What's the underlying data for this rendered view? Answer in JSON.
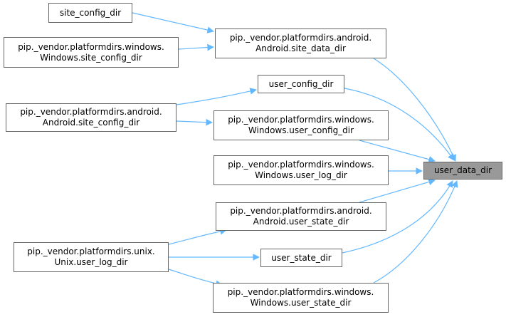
{
  "colors": {
    "edge": "#63b8ff",
    "node_border": "#666666",
    "node_fill": "#ffffff",
    "focus_fill": "#999999"
  },
  "nodes": {
    "site_config_dir": {
      "lines": [
        "site_config_dir"
      ]
    },
    "win_site_config": {
      "lines": [
        "pip._vendor.platformdirs.windows.",
        "Windows.site_config_dir"
      ]
    },
    "and_site_data": {
      "lines": [
        "pip._vendor.platformdirs.android.",
        "Android.site_data_dir"
      ]
    },
    "user_config_dir": {
      "lines": [
        "user_config_dir"
      ]
    },
    "and_site_config": {
      "lines": [
        "pip._vendor.platformdirs.android.",
        "Android.site_config_dir"
      ]
    },
    "win_user_config": {
      "lines": [
        "pip._vendor.platformdirs.windows.",
        "Windows.user_config_dir"
      ]
    },
    "win_user_log": {
      "lines": [
        "pip._vendor.platformdirs.windows.",
        "Windows.user_log_dir"
      ]
    },
    "user_data_dir": {
      "lines": [
        "user_data_dir"
      ]
    },
    "and_user_state": {
      "lines": [
        "pip._vendor.platformdirs.android.",
        "Android.user_state_dir"
      ]
    },
    "unix_user_log": {
      "lines": [
        "pip._vendor.platformdirs.unix.",
        "Unix.user_log_dir"
      ]
    },
    "user_state_dir": {
      "lines": [
        "user_state_dir"
      ]
    },
    "win_user_state": {
      "lines": [
        "pip._vendor.platformdirs.windows.",
        "Windows.user_state_dir"
      ]
    }
  }
}
